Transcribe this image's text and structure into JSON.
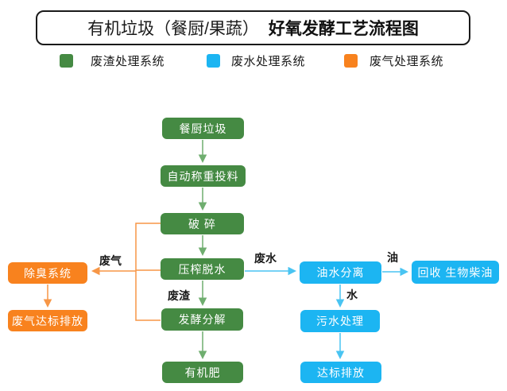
{
  "title": {
    "part1": "有机垃圾（餐厨/果蔬）",
    "part2": "好氧发酵工艺流程图"
  },
  "legend": {
    "items": [
      {
        "label": "废渣处理系统",
        "color": "#458a43",
        "system": "waste-residue"
      },
      {
        "label": "废水处理系统",
        "color": "#1cb5f2",
        "system": "waste-water"
      },
      {
        "label": "废气处理系统",
        "color": "#f8821e",
        "system": "waste-gas"
      }
    ]
  },
  "nodes": [
    {
      "label": "餐厨垃圾",
      "system": "waste-residue"
    },
    {
      "label": "自动称重投料",
      "system": "waste-residue"
    },
    {
      "label": "破 碎",
      "system": "waste-residue"
    },
    {
      "label": "压榨脱水",
      "system": "waste-residue"
    },
    {
      "label": "发酵分解",
      "system": "waste-residue"
    },
    {
      "label": "有机肥",
      "system": "waste-residue"
    },
    {
      "label": "油水分离",
      "system": "waste-water"
    },
    {
      "label": "回收 生物柴油",
      "system": "waste-water"
    },
    {
      "label": "污水处理",
      "system": "waste-water"
    },
    {
      "label": "达标排放",
      "system": "waste-water"
    },
    {
      "label": "除臭系统",
      "system": "waste-gas"
    },
    {
      "label": "废气达标排放",
      "system": "waste-gas"
    }
  ],
  "edge_labels": {
    "waste_gas": "废气",
    "waste_water": "废水",
    "waste_residue": "废渣",
    "water": "水",
    "oil": "油"
  },
  "colors": {
    "green_box": "#458a43",
    "blue_box": "#1cb5f2",
    "orange_box": "#f8821e",
    "green_line": "#6fae6f",
    "blue_line": "#49c4f2",
    "orange_line": "#f79646",
    "title_border": "#1a1a1a"
  }
}
